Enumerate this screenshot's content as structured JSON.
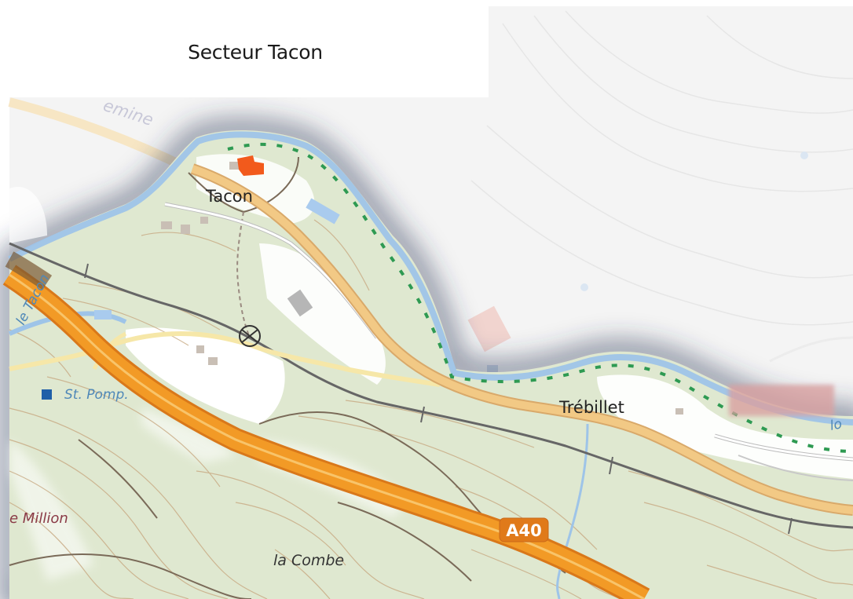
{
  "title": "Secteur Tacon",
  "labels": {
    "tacon": "Tacon",
    "trebillet": "Trébillet",
    "st_pomp": "St. Pomp.",
    "million": "e Million",
    "la_combe": "la Combe",
    "a40": "A40",
    "river_tacon": "le Tacon",
    "river_right": "lo",
    "faded_top": "emine"
  },
  "colors": {
    "terrain": "#dfe8d0",
    "outside_area": "#f4f4f4",
    "highway": "#f29a26",
    "main_road": "#f2c985",
    "river": "#9ec4e8",
    "trail": "#2e9a52",
    "railway": "#666666",
    "contours": "#c8a982",
    "building_highlight": "#f25a1c"
  },
  "icons": {
    "st_pomp_marker": "square-marker-icon",
    "crossing": "crossing-circle-icon"
  }
}
